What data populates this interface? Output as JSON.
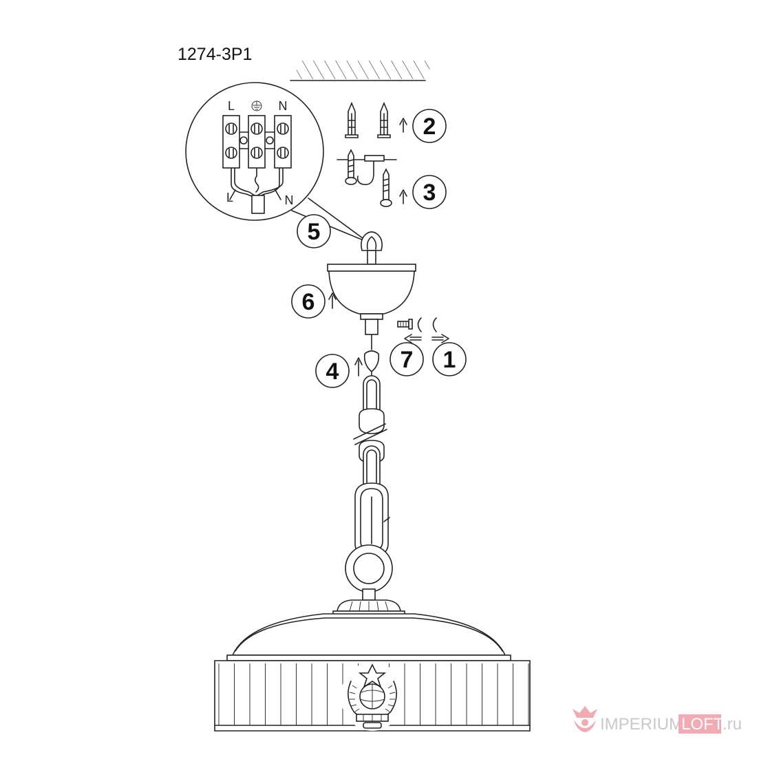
{
  "model": "1274-3P1",
  "terminals": {
    "live": "L",
    "neutral": "N",
    "wire_live": "L",
    "wire_neutral": "N"
  },
  "steps": [
    {
      "n": "1"
    },
    {
      "n": "2"
    },
    {
      "n": "3"
    },
    {
      "n": "4"
    },
    {
      "n": "5"
    },
    {
      "n": "6"
    },
    {
      "n": "7"
    }
  ],
  "watermark": {
    "brand_main": "IMPERIUM",
    "brand_box": "LOFT",
    "domain": ".ru",
    "color_grey": "#c9c9c9",
    "color_pink": "#f2aab3"
  },
  "icons": [
    "ground-symbol-icon",
    "up-arrow-icon",
    "left-arrow-icon",
    "right-arrow-icon",
    "crown-logo-icon",
    "emblem-icon"
  ]
}
